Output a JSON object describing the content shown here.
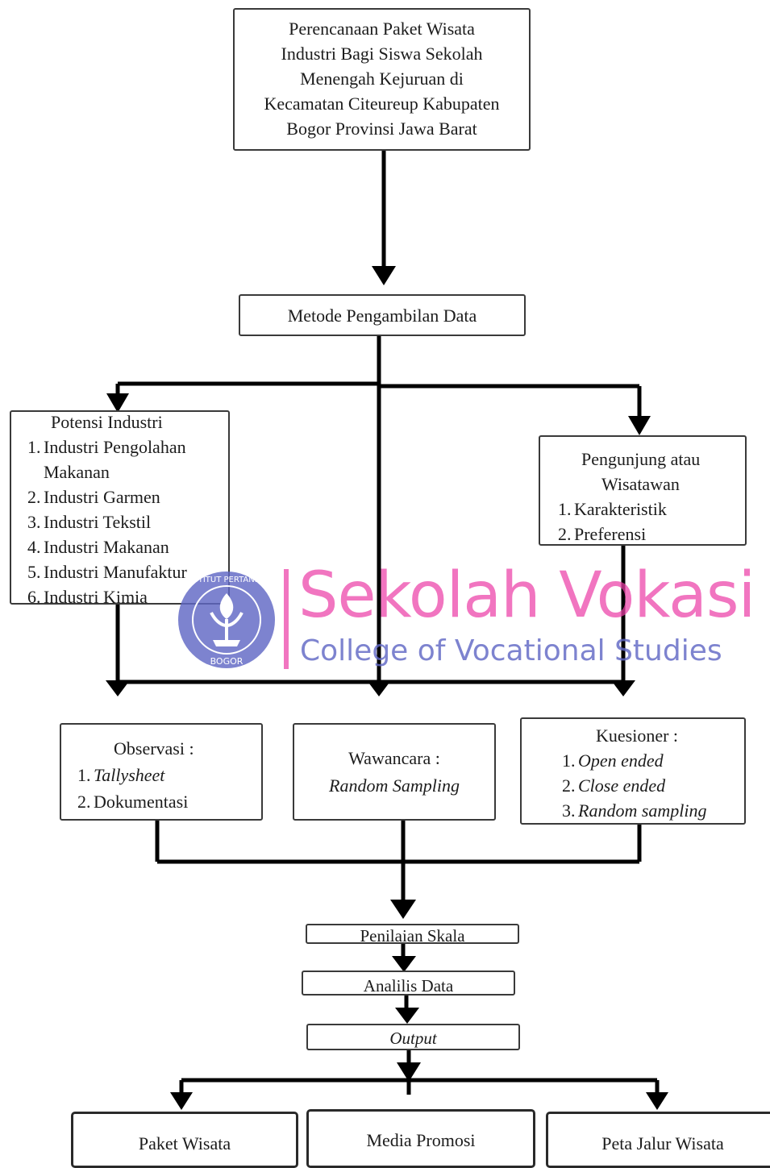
{
  "top": {
    "lines": [
      "Perencanaan Paket Wisata",
      "Industri Bagi Siswa Sekolah",
      "Menengah Kejuruan di",
      "Kecamatan Citeureup Kabupaten",
      "Bogor Provinsi Jawa Barat"
    ]
  },
  "method": {
    "label": "Metode Pengambilan Data"
  },
  "potensi": {
    "title": "Potensi Industri",
    "items": [
      {
        "n": "1.",
        "text": "Industri Pengolahan"
      },
      {
        "n": "",
        "text": "Makanan"
      },
      {
        "n": "2.",
        "text": "Industri Garmen"
      },
      {
        "n": "3.",
        "text": "Industri Tekstil"
      },
      {
        "n": "4.",
        "text": "Industri Makanan"
      },
      {
        "n": "5.",
        "text": "Industri Manufaktur"
      },
      {
        "n": "6.",
        "text": "Industri Kimia"
      }
    ]
  },
  "pengunjung": {
    "title1": "Pengunjung atau",
    "title2": "Wisatawan",
    "items": [
      {
        "n": "1.",
        "text": "Karakteristik"
      },
      {
        "n": "2.",
        "text": "Preferensi"
      }
    ]
  },
  "observasi": {
    "title": "Observasi :",
    "items": [
      {
        "n": "1.",
        "text": "Tallysheet"
      },
      {
        "n": "2.",
        "text": "Dokumentasi"
      }
    ]
  },
  "wawancara": {
    "title": "Wawancara :",
    "sub": "Random Sampling"
  },
  "kuesioner": {
    "title": "Kuesioner :",
    "items": [
      {
        "n": "1.",
        "text": "Open ended"
      },
      {
        "n": "2.",
        "text": "Close ended"
      },
      {
        "n": "3.",
        "text": "Random sampling"
      }
    ]
  },
  "steps": {
    "skala": "Penilaian Skala",
    "analisis": "Analilis Data",
    "output": "Output"
  },
  "results": {
    "paket": "Paket Wisata",
    "media": "Media Promosi",
    "peta": "Peta Jalur Wisata"
  },
  "watermark": {
    "main": "Sekolah Vokasi",
    "sub": "College of Vocational Studies",
    "seal_top": "INSTITUT PERTANIAN",
    "seal_bottom": "BOGOR",
    "main_color": "#ec40a8",
    "sub_color": "#6068c4"
  },
  "colors": {
    "line": "#000000",
    "border": "#3a3a3a",
    "text": "#1c1c1c"
  }
}
